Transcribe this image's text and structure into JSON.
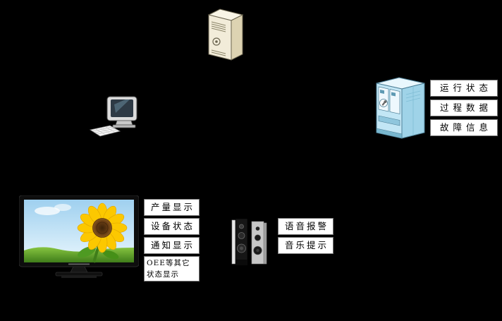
{
  "diagram": {
    "background": "#000000",
    "nodes": {
      "server": {
        "icon": "server-icon"
      },
      "workstation": {
        "icon": "desktop-computer-icon"
      },
      "machine": {
        "icon": "industrial-machine-icon",
        "labels": [
          "运行状态",
          "过程数据",
          "故障信息"
        ]
      },
      "display": {
        "icon": "tv-icon",
        "labels": [
          "产量显示",
          "设备状态",
          "通知显示",
          "OEE等其它状态显示"
        ]
      },
      "audio": {
        "icon": "speakers-icon",
        "labels": [
          "语音报警",
          "音乐提示"
        ]
      }
    },
    "colors": {
      "label_background": "#ffffff",
      "label_border": "#777777",
      "label_text": "#000000",
      "server_body": "#f2ecd9",
      "machine_body": "#b8e2f4",
      "sunflower_petal": "#fcc800",
      "grass_green": "#4e9a22",
      "sky_blue": "#bfe3f6"
    }
  }
}
